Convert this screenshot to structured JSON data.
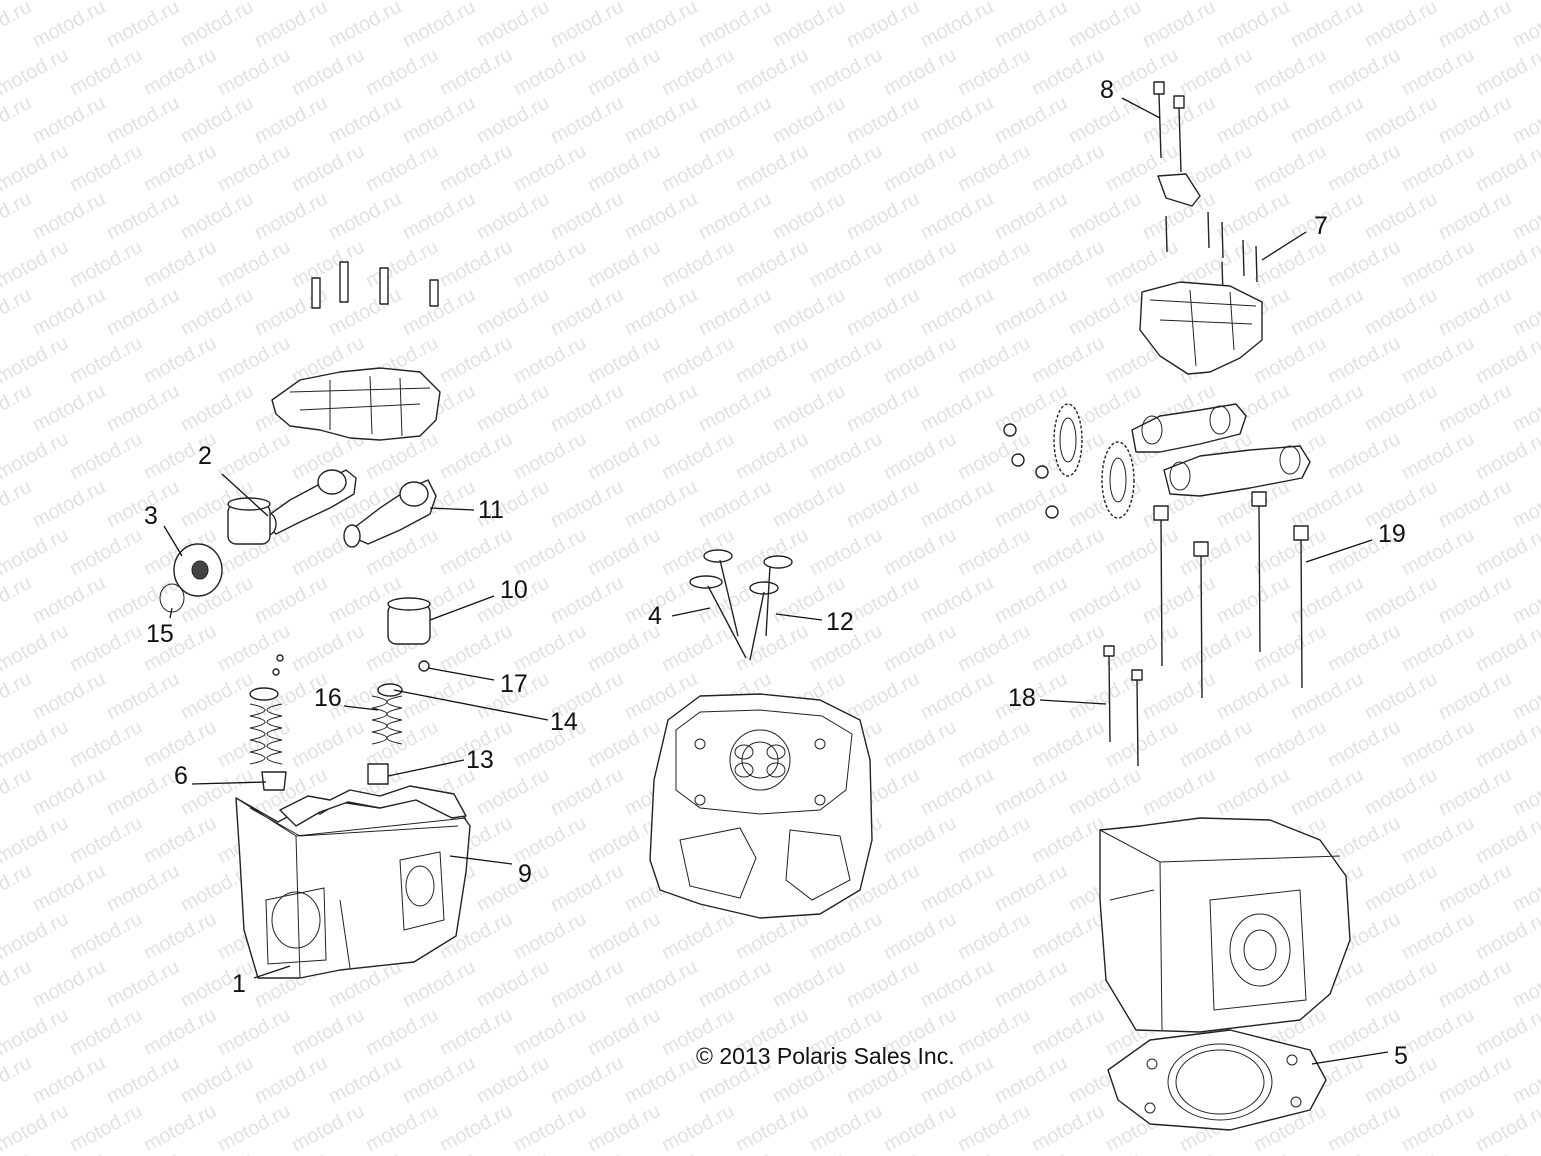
{
  "watermark": "motod.ru",
  "copyright": "© 2013 Polaris Sales Inc.",
  "callouts": [
    "1",
    "2",
    "3",
    "4",
    "5",
    "6",
    "7",
    "8",
    "9",
    "10",
    "11",
    "12",
    "13",
    "14",
    "15",
    "16",
    "17",
    "18",
    "19"
  ]
}
